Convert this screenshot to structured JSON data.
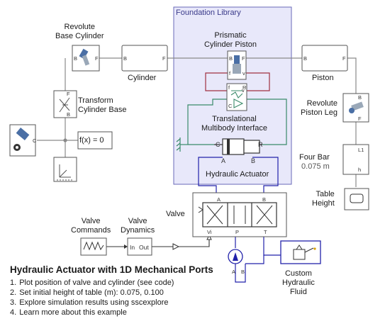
{
  "foundation_library": {
    "label": "Foundation Library"
  },
  "blocks": {
    "revolute_base": {
      "label_l1": "Revolute",
      "label_l2": "Base Cylinder",
      "port_b": "B",
      "port_f": "F"
    },
    "cylinder": {
      "label": "Cylinder",
      "port_b": "B",
      "port_f": "F"
    },
    "prismatic": {
      "label_l1": "Prismatic",
      "label_l2": "Cylinder Piston",
      "port_b": "B",
      "port_f": "F",
      "port_f_lower": "f",
      "port_v": "v"
    },
    "piston": {
      "label": "Piston",
      "port_b": "B",
      "port_f": "F"
    },
    "revolute_leg": {
      "label_l1": "Revolute",
      "label_l2": "Piston Leg",
      "port_b": "B",
      "port_f": "F"
    },
    "transform_base": {
      "label_l1": "Transform",
      "label_l2": "Cylinder Base",
      "port_b": "B",
      "port_f": "F"
    },
    "translational_interface": {
      "label_l1": "Translational",
      "label_l2": "Multibody Interface",
      "port_r": "R",
      "port_c": "C",
      "port_f": "f",
      "port_v": "v"
    },
    "solver": {
      "port_c": "C"
    },
    "fx": {
      "label": "f(x) = 0"
    },
    "hydraulic_actuator": {
      "label": "Hydraulic Actuator",
      "port_c": "C",
      "port_r": "R",
      "port_a": "A",
      "port_b": "B"
    },
    "four_bar": {
      "label": "Four Bar",
      "value": "0.075 m",
      "port_l1": "L1",
      "port_h": "h"
    },
    "table_height": {
      "label_l1": "Table",
      "label_l2": "Height"
    },
    "valve": {
      "label": "Valve",
      "port_a": "A",
      "port_b": "B",
      "port_vi": "Vi",
      "port_p": "P",
      "port_t": "T"
    },
    "valve_commands": {
      "label_l1": "Valve",
      "label_l2": "Commands"
    },
    "valve_dynamics": {
      "label_l1": "Valve",
      "label_l2": "Dynamics",
      "port_in": "In",
      "port_out": "Out"
    },
    "pump": {
      "port_a": "A",
      "port_b": "B"
    },
    "custom_fluid": {
      "label_l1": "Custom",
      "label_l2": "Hydraulic",
      "label_l3": "Fluid"
    }
  },
  "example": {
    "title": "Hydraulic Actuator with 1D Mechanical Ports",
    "steps": [
      {
        "num": "1.",
        "text": "Plot position of valve and cylinder (see code)"
      },
      {
        "num": "2.",
        "text": "Set initial height of table (m): 0.075, 0.100"
      },
      {
        "num": "3.",
        "text": "Explore simulation results using sscexplore"
      },
      {
        "num": "4.",
        "text": "Learn more about this example"
      }
    ]
  },
  "colors": {
    "foundation_fill": "#e8e8fa",
    "foundation_border": "#6a6ab8",
    "mech_wire": "#8a8a8a",
    "hydraulic_wire": "#2222aa",
    "physical_wire": "#3a8a6a",
    "feedback_wire": "#a03040",
    "block_border": "#555555"
  }
}
